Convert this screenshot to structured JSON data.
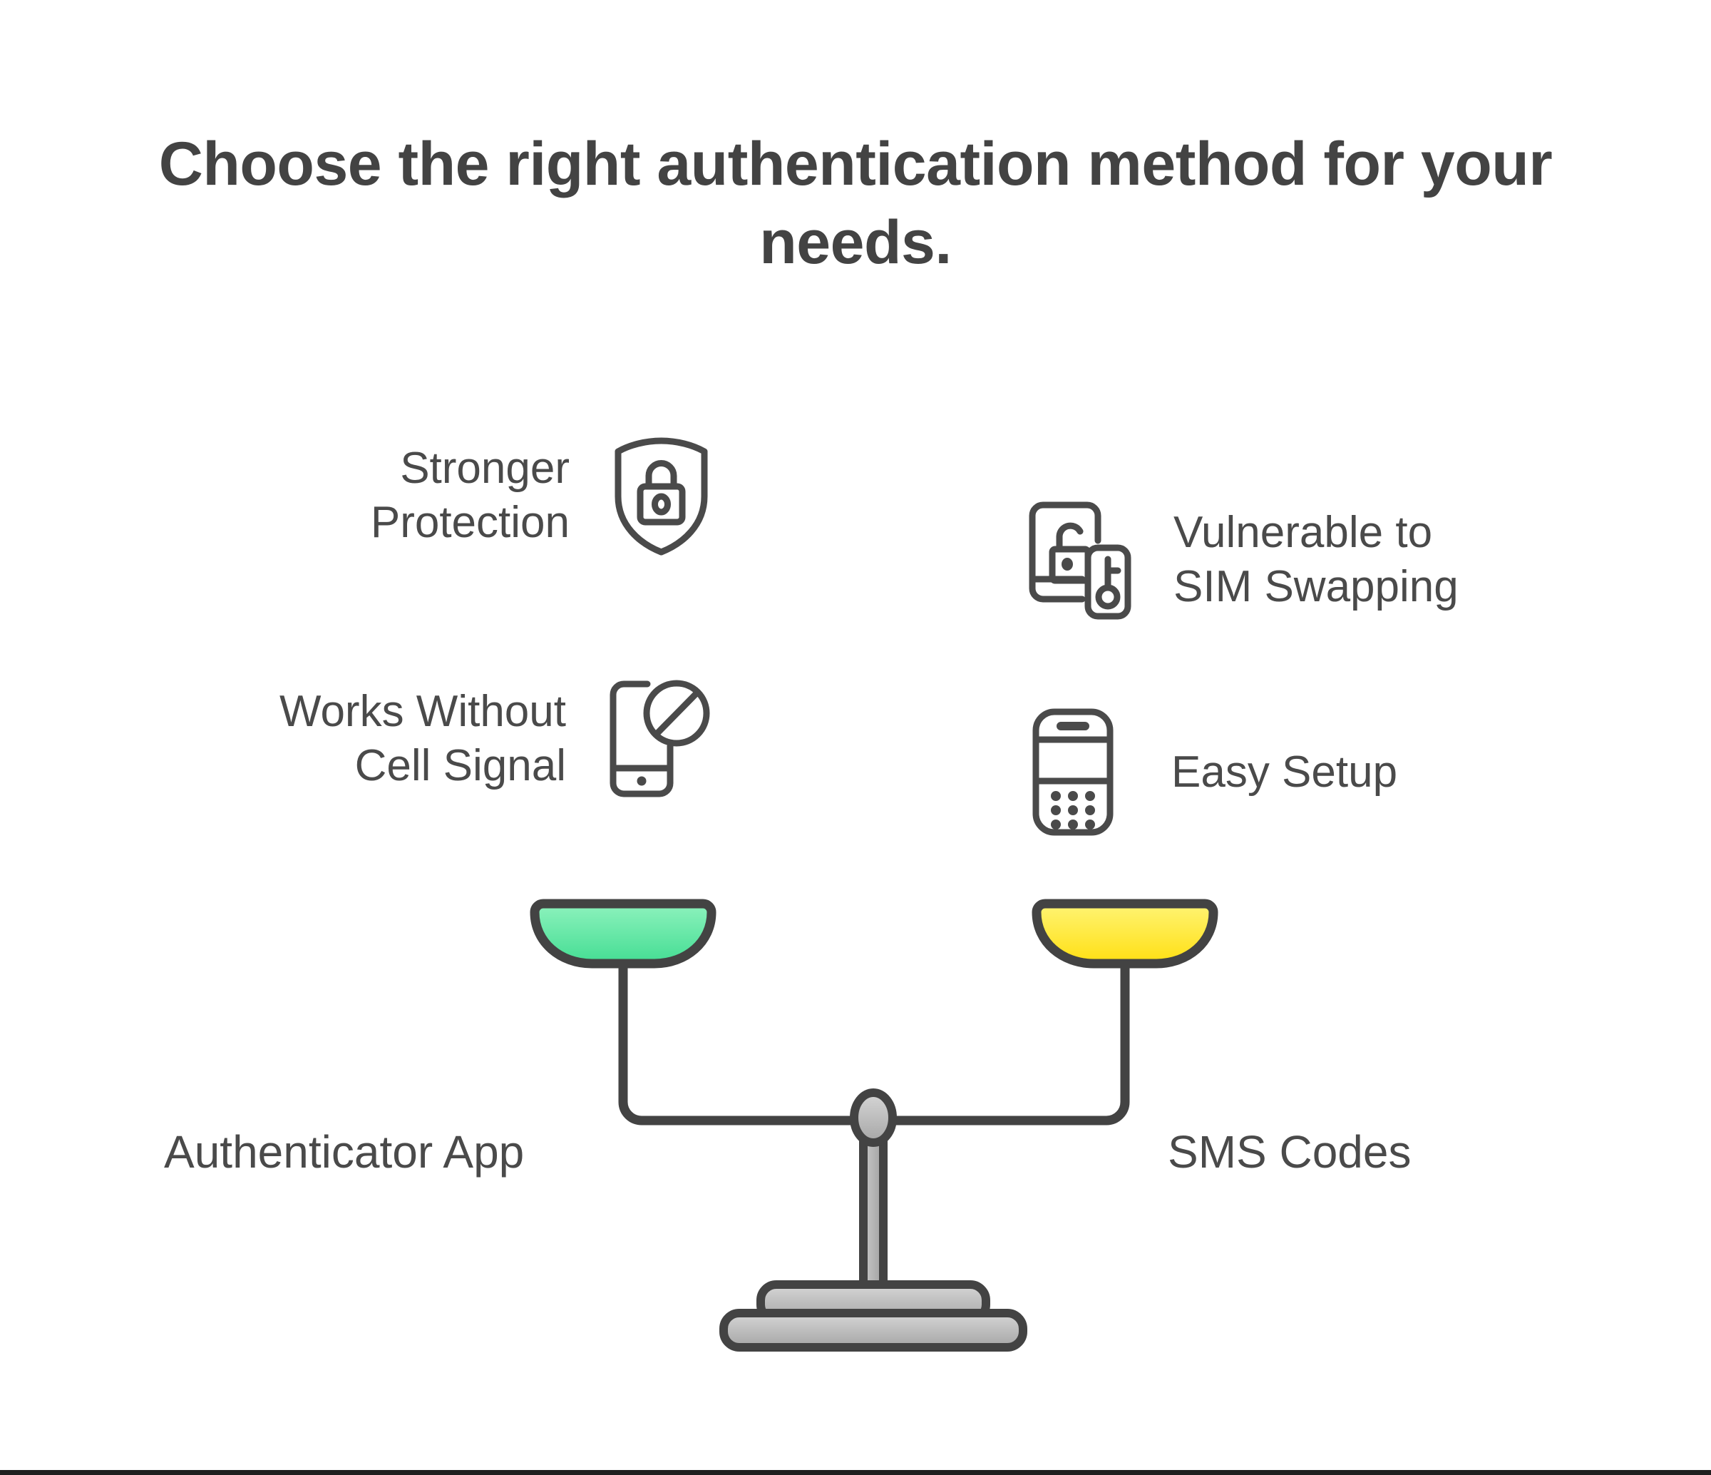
{
  "page": {
    "title": "Choose the right authentication method for your needs.",
    "background_color": "#ffffff",
    "text_color": "#4a4a4a",
    "title_color": "#434343"
  },
  "left_side": {
    "name": "Authenticator App",
    "pan_color": "#4ade98",
    "pan_color_light": "#86f0b8",
    "features": [
      {
        "label": "Stronger\nProtection",
        "icon": "shield-lock-icon"
      },
      {
        "label": "Works Without\nCell Signal",
        "icon": "phone-no-signal-icon"
      }
    ]
  },
  "right_side": {
    "name": "SMS Codes",
    "pan_color": "#ffe11a",
    "pan_color_light": "#fff36e",
    "features": [
      {
        "label": "Vulnerable to\nSIM Swapping",
        "icon": "card-unlocked-phone-key-icon"
      },
      {
        "label": "Easy Setup",
        "icon": "feature-phone-keypad-icon"
      }
    ]
  },
  "scale": {
    "stroke_color": "#434343",
    "metal_color": "#b0b0b0",
    "metal_color_light": "#cfcfcf",
    "pivot_label": "balance-pivot"
  },
  "footer": {
    "strip_color": "#1f1f1f"
  }
}
